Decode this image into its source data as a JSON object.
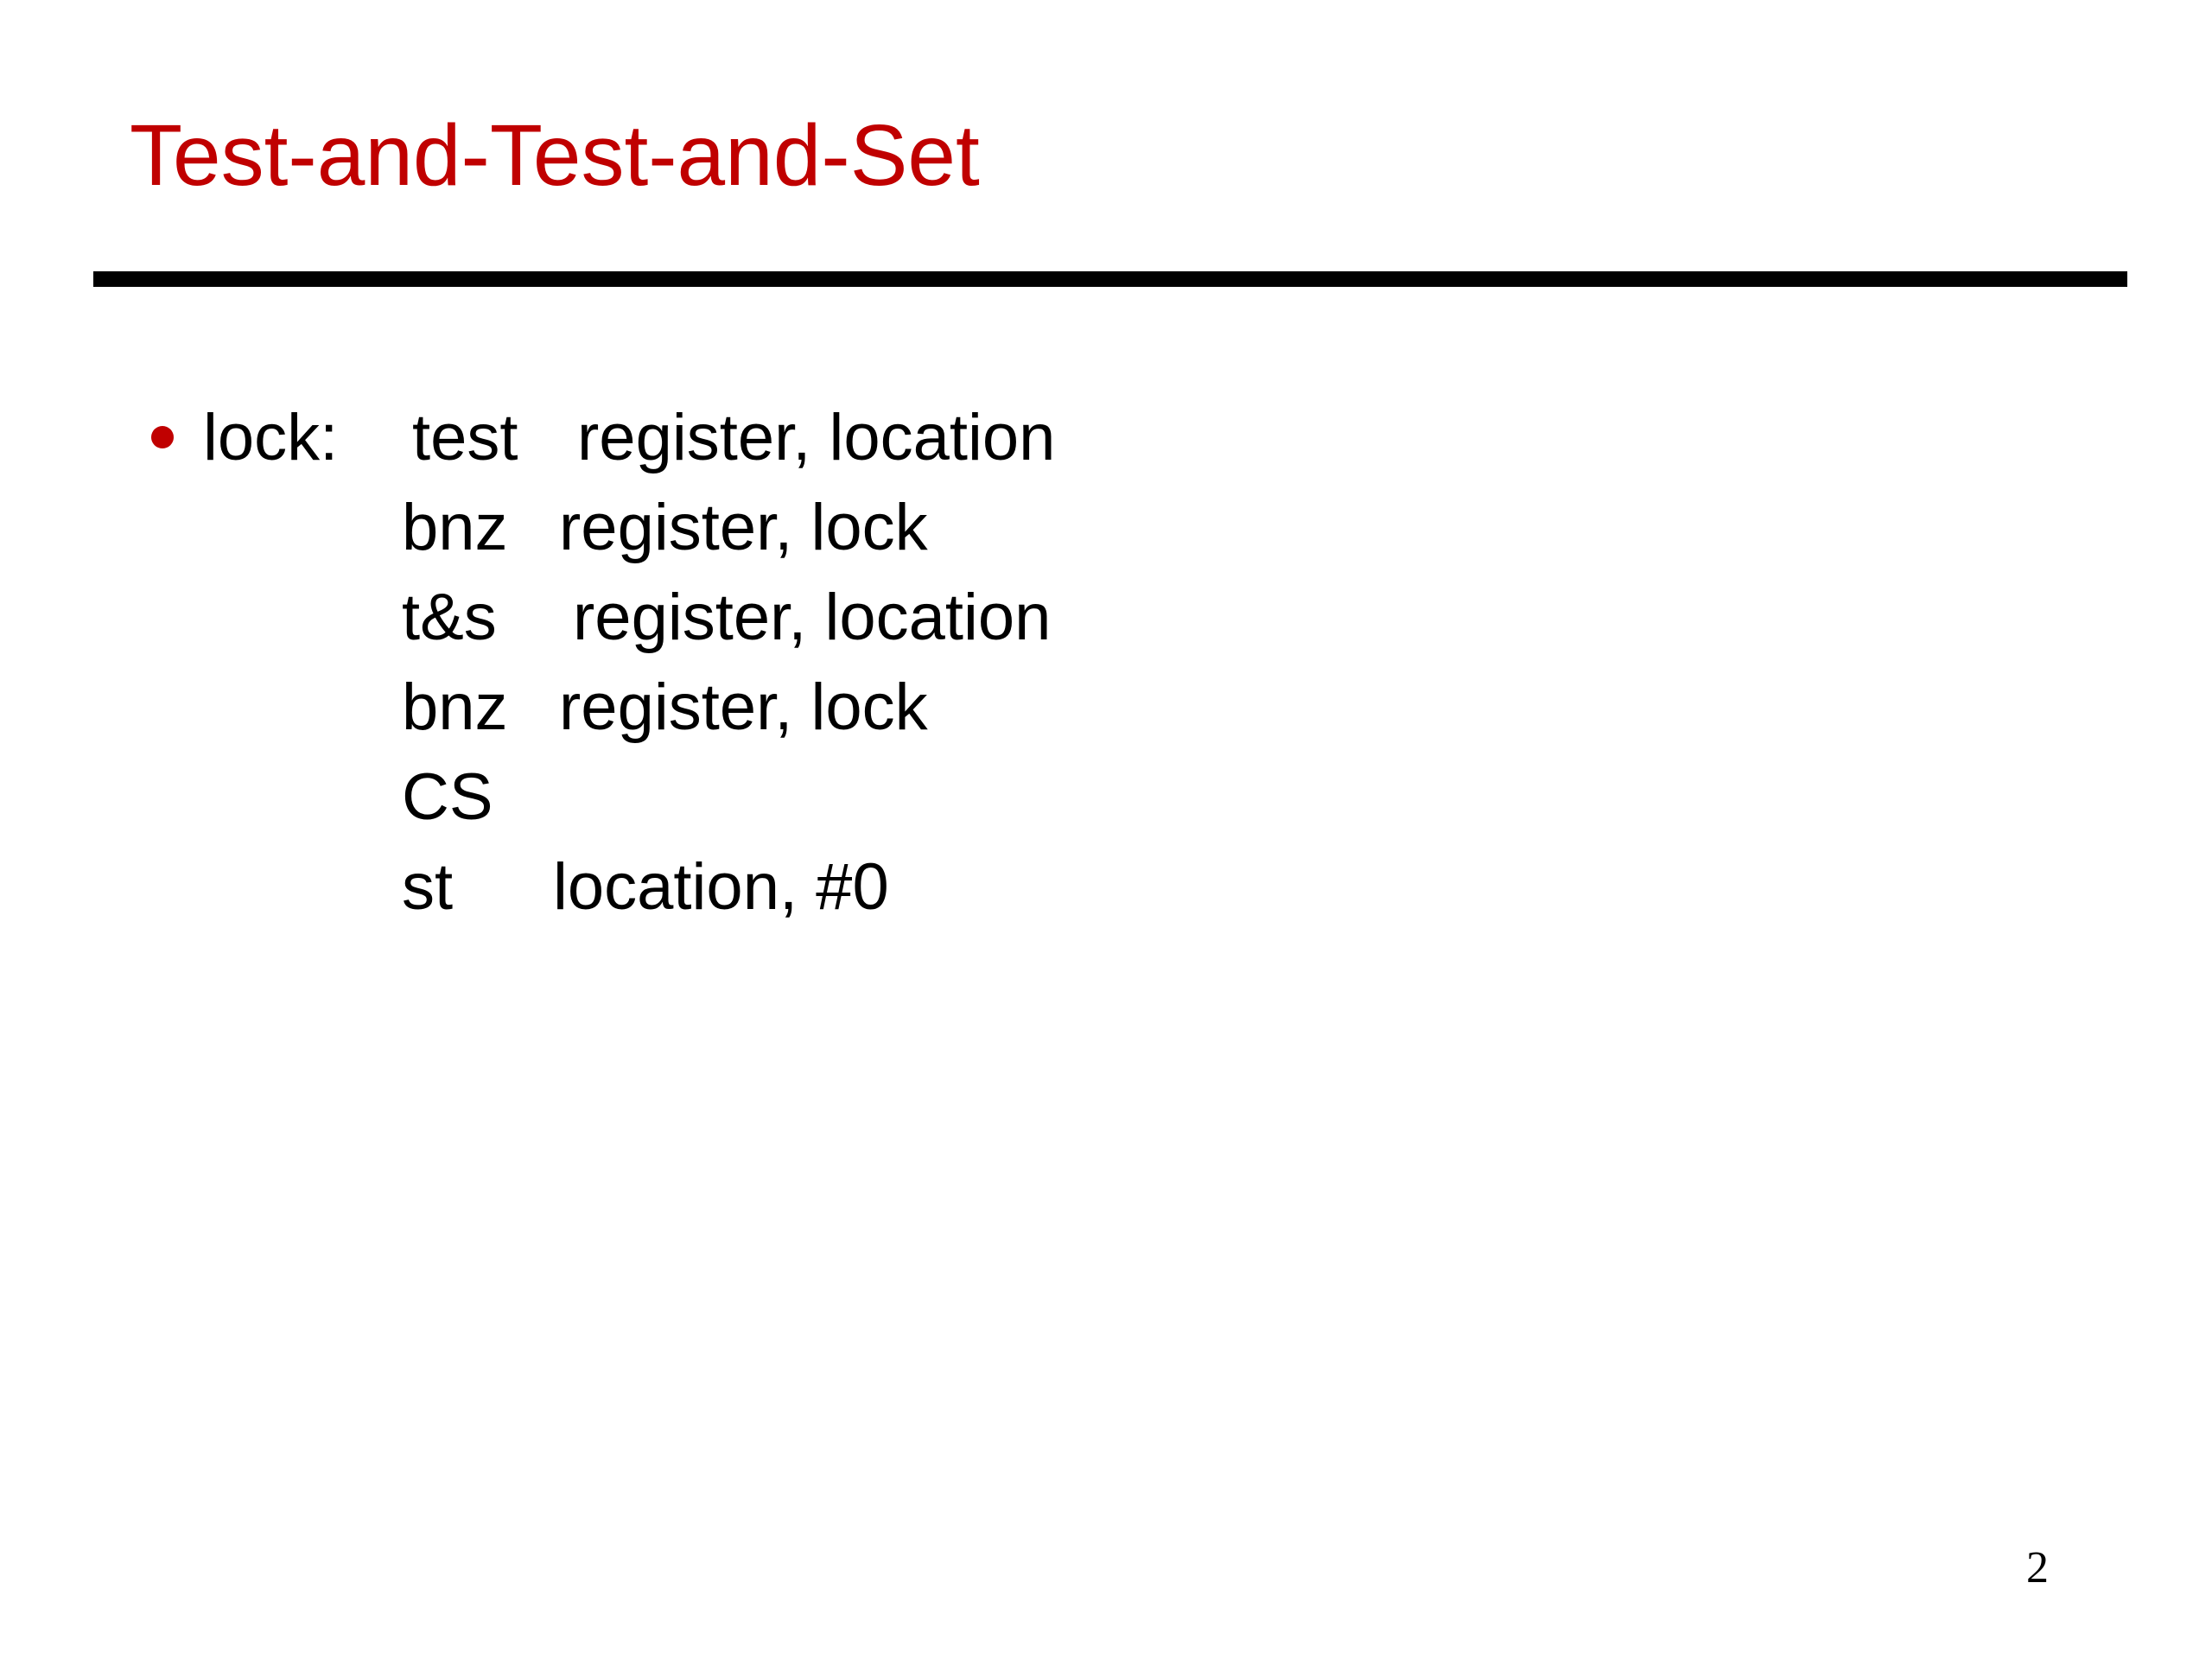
{
  "slide": {
    "title": "Test-and-Test-and-Set",
    "page_number": "2",
    "colors": {
      "title": "#c00000",
      "bullet": "#c00000",
      "rule": "#000000",
      "text": "#000000"
    }
  },
  "code": {
    "label": "lock:",
    "lines": [
      {
        "op": "test",
        "args": "register, location"
      },
      {
        "op": "bnz",
        "args": "register, lock"
      },
      {
        "op": "t&s",
        "args": "register, location"
      },
      {
        "op": "bnz",
        "args": "register, lock"
      },
      {
        "op": "CS",
        "args": ""
      },
      {
        "op": "st",
        "args": "location, #0"
      }
    ]
  }
}
